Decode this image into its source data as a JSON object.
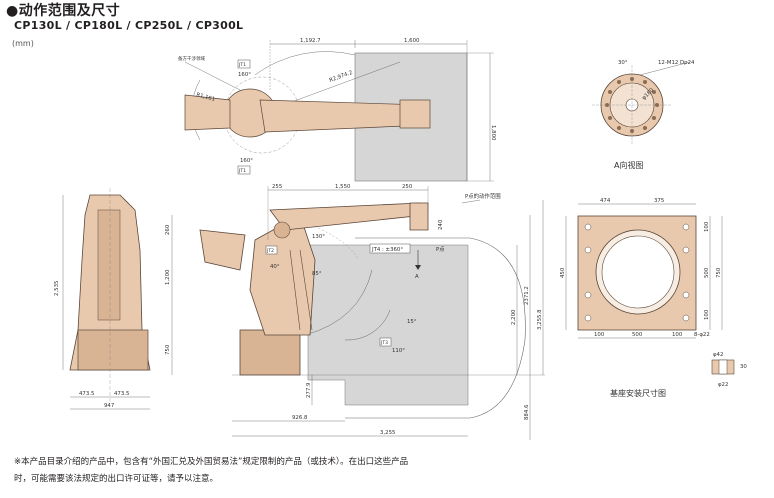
{
  "header": {
    "title": "●动作范围及尺寸",
    "models": "CP130L / CP180L / CP250L / CP300L",
    "unit": "(mm)"
  },
  "top_view": {
    "dim_top_left": "1,192.7",
    "dim_top_right": "1,600",
    "radius_large": "R2,974.2",
    "radius_small": "R1,161",
    "angle_upper": "160°",
    "angle_lower": "160°",
    "dim_vertical": "1,800",
    "label_interference": "备方干涉领域",
    "jt_upper": "JT1",
    "jt_lower": "JT1"
  },
  "a_view": {
    "angle": "30°",
    "bolts": "12-M12 Dp24",
    "diameter": "φ180",
    "caption": "A向视图"
  },
  "side_view": {
    "width_total": "947",
    "width_left": "473.5",
    "width_right": "473.5",
    "height_total": "2,535"
  },
  "range_view": {
    "dim_255": "255",
    "dim_1550": "1,550",
    "dim_250": "250",
    "dim_260": "260",
    "dim_240": "240",
    "dim_1200": "1,200",
    "dim_750": "750",
    "dim_2200": "2,200",
    "dim_23712": "2371.2",
    "dim_32558": "3,255.8",
    "dim_8846": "884.6",
    "dim_2779": "277.9",
    "dim_9268": "926.8",
    "dim_3255": "3,255",
    "p_range_label": "P点的动作范围",
    "jt4": "JT4 : ±360°",
    "p_point": "P点",
    "arrow_a": "A",
    "jt2": "JT2",
    "jt3": "JT3",
    "angle_40": "40°",
    "angle_85": "85°",
    "angle_110": "110°",
    "angle_15": "15°",
    "angle_130": "130°"
  },
  "base_view": {
    "dim_474": "474",
    "dim_375": "375",
    "dim_450": "450",
    "dim_100a": "100",
    "dim_500v": "500",
    "dim_750v": "750",
    "dim_100b": "100",
    "dim_100c": "100",
    "dim_500h": "500",
    "dim_100d": "100",
    "holes": "8-φ22",
    "caption": "基座安装尺寸图",
    "detail_d": "φ42",
    "detail_h": "30",
    "detail_d2": "φ22"
  },
  "notes": {
    "line1": "※本产品目录介绍的产品中，包含有“外国汇兑及外国贸易法”规定限制的产品（或技术）。在出口这些产品",
    "line2": "时，可能需要该法规定的出口许可证等，请予以注意。"
  },
  "colors": {
    "robot_fill": "#e8c9ad",
    "robot_stroke": "#5a4638",
    "range_fill": "#d6d6d6",
    "line": "#555555"
  }
}
